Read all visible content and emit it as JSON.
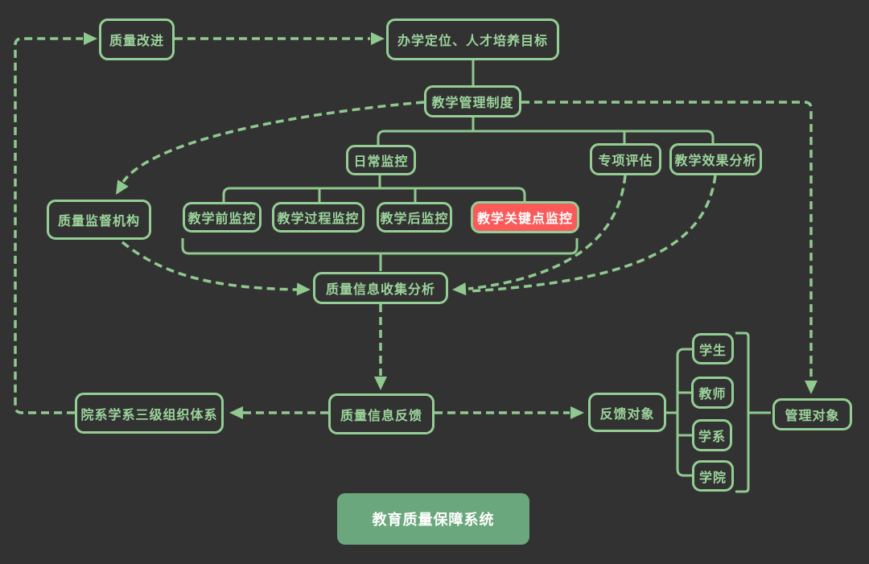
{
  "diagram": {
    "type": "flowchart",
    "background_color": "#323232",
    "accent_green": "#94ce94",
    "line_green": "#8fc98f",
    "red_node_fill": "#fa5a5a",
    "title_node_fill": "#6ba77c",
    "white_text": "#ffffff"
  },
  "nodes": {
    "quality_improvement": {
      "label": "质量改进"
    },
    "positioning": {
      "label": "办学定位、人才培养目标"
    },
    "teaching_mgmt": {
      "label": "教学管理制度"
    },
    "daily_monitoring": {
      "label": "日常监控"
    },
    "special_eval": {
      "label": "专项评估"
    },
    "effect_analysis": {
      "label": "教学效果分析"
    },
    "pre_monitoring": {
      "label": "教学前监控"
    },
    "process_monitoring": {
      "label": "教学过程监控"
    },
    "post_monitoring": {
      "label": "教学后监控"
    },
    "key_point_monitoring": {
      "label": "教学关键点监控"
    },
    "supervision_org": {
      "label": "质量监督机构"
    },
    "info_collection": {
      "label": "质量信息收集分析"
    },
    "org_system": {
      "label": "院系学系三级组织体系"
    },
    "info_feedback": {
      "label": "质量信息反馈"
    },
    "feedback_targets": {
      "label": "反馈对象"
    },
    "student": {
      "label": "学生"
    },
    "teacher": {
      "label": "教师"
    },
    "department": {
      "label": "学系"
    },
    "college": {
      "label": "学院"
    },
    "mgmt_targets": {
      "label": "管理对象"
    },
    "system_title": {
      "label": "教育质量保障系统"
    }
  },
  "edges": [
    {
      "from": "org_system",
      "to": "quality_improvement",
      "style": "dashed",
      "arrow": true
    },
    {
      "from": "quality_improvement",
      "to": "positioning",
      "style": "dashed",
      "arrow": true
    },
    {
      "from": "positioning",
      "to": "teaching_mgmt",
      "style": "solid",
      "arrow": false
    },
    {
      "from": "teaching_mgmt",
      "to": "supervision_org",
      "style": "dashed",
      "arrow": true
    },
    {
      "from": "teaching_mgmt",
      "to": "mgmt_targets",
      "style": "dashed",
      "arrow": true
    },
    {
      "from": "teaching_mgmt",
      "to": "daily_monitoring",
      "style": "solid-tree",
      "arrow": false
    },
    {
      "from": "teaching_mgmt",
      "to": "special_eval",
      "style": "solid-tree",
      "arrow": false
    },
    {
      "from": "teaching_mgmt",
      "to": "effect_analysis",
      "style": "solid-tree",
      "arrow": false
    },
    {
      "from": "daily_monitoring",
      "to": "pre_monitoring",
      "style": "solid-tree",
      "arrow": false
    },
    {
      "from": "daily_monitoring",
      "to": "process_monitoring",
      "style": "solid-tree",
      "arrow": false
    },
    {
      "from": "daily_monitoring",
      "to": "post_monitoring",
      "style": "solid-tree",
      "arrow": false
    },
    {
      "from": "daily_monitoring",
      "to": "key_point_monitoring",
      "style": "solid-tree",
      "arrow": false
    },
    {
      "from": "monitoring-group-bracket",
      "to": "info_collection",
      "style": "solid",
      "arrow": false
    },
    {
      "from": "supervision_org",
      "to": "info_collection",
      "style": "dashed",
      "arrow": true
    },
    {
      "from": "special_eval",
      "to": "info_collection",
      "style": "dashed",
      "arrow": true
    },
    {
      "from": "effect_analysis",
      "to": "info_collection",
      "style": "dashed",
      "arrow": true
    },
    {
      "from": "info_collection",
      "to": "info_feedback",
      "style": "dashed",
      "arrow": true
    },
    {
      "from": "info_feedback",
      "to": "org_system",
      "style": "dashed",
      "arrow": true
    },
    {
      "from": "info_feedback",
      "to": "feedback_targets",
      "style": "dashed",
      "arrow": true
    },
    {
      "from": "feedback_targets",
      "to": "student",
      "style": "solid-tree",
      "arrow": false
    },
    {
      "from": "feedback_targets",
      "to": "teacher",
      "style": "solid-tree",
      "arrow": false
    },
    {
      "from": "feedback_targets",
      "to": "department",
      "style": "solid-tree",
      "arrow": false
    },
    {
      "from": "feedback_targets",
      "to": "college",
      "style": "solid-tree",
      "arrow": false
    },
    {
      "from": "feedback-group-bracket",
      "to": "mgmt_targets",
      "style": "solid",
      "arrow": false
    }
  ]
}
